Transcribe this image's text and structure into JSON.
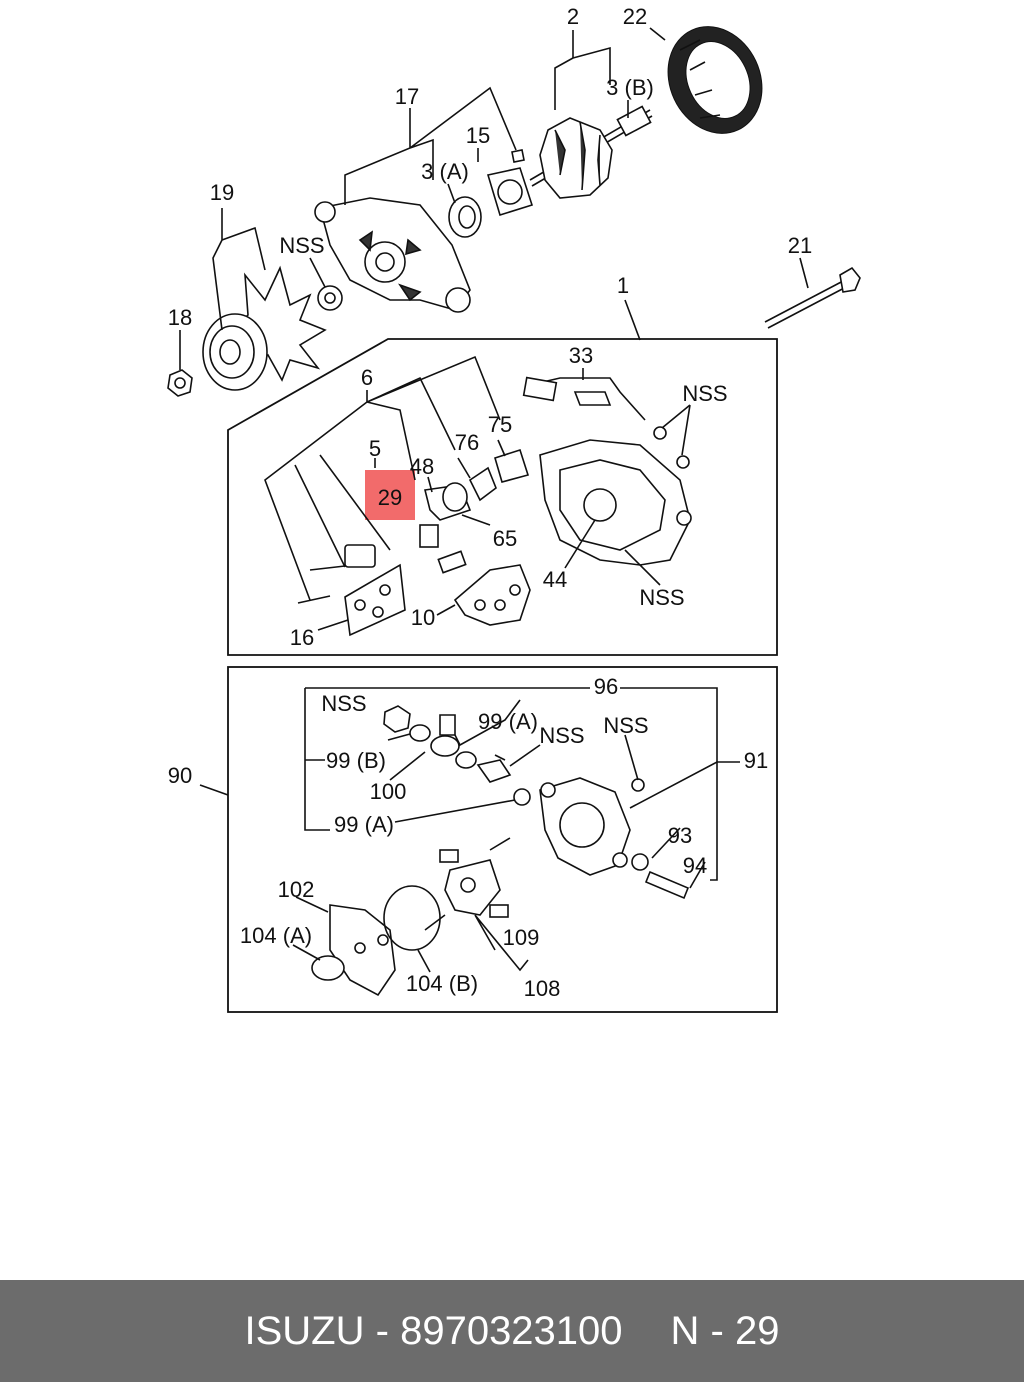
{
  "diagram": {
    "highlight": {
      "label": "29",
      "color": "#f26b6b"
    },
    "callouts": [
      {
        "id": "c-2",
        "text": "2"
      },
      {
        "id": "c-22",
        "text": "22"
      },
      {
        "id": "c-3b",
        "text": "3 (B)"
      },
      {
        "id": "c-17",
        "text": "17"
      },
      {
        "id": "c-15",
        "text": "15"
      },
      {
        "id": "c-3a",
        "text": "3 (A)"
      },
      {
        "id": "c-19",
        "text": "19"
      },
      {
        "id": "c-nss-top",
        "text": "NSS"
      },
      {
        "id": "c-21",
        "text": "21"
      },
      {
        "id": "c-18",
        "text": "18"
      },
      {
        "id": "c-1",
        "text": "1"
      },
      {
        "id": "c-33",
        "text": "33"
      },
      {
        "id": "c-6",
        "text": "6"
      },
      {
        "id": "c-nss-r1",
        "text": "NSS"
      },
      {
        "id": "c-75",
        "text": "75"
      },
      {
        "id": "c-5",
        "text": "5"
      },
      {
        "id": "c-76",
        "text": "76"
      },
      {
        "id": "c-48",
        "text": "48"
      },
      {
        "id": "c-65",
        "text": "65"
      },
      {
        "id": "c-44",
        "text": "44"
      },
      {
        "id": "c-nss-r2",
        "text": "NSS"
      },
      {
        "id": "c-10",
        "text": "10"
      },
      {
        "id": "c-16",
        "text": "16"
      },
      {
        "id": "c-96",
        "text": "96"
      },
      {
        "id": "c-nss-b1",
        "text": "NSS"
      },
      {
        "id": "c-99a-top",
        "text": "99 (A)"
      },
      {
        "id": "c-nss-b2",
        "text": "NSS"
      },
      {
        "id": "c-nss-b3",
        "text": "NSS"
      },
      {
        "id": "c-90",
        "text": "90"
      },
      {
        "id": "c-99b",
        "text": "99 (B)"
      },
      {
        "id": "c-91",
        "text": "91"
      },
      {
        "id": "c-100",
        "text": "100"
      },
      {
        "id": "c-99a-bot",
        "text": "99 (A)"
      },
      {
        "id": "c-93",
        "text": "93"
      },
      {
        "id": "c-94",
        "text": "94"
      },
      {
        "id": "c-102",
        "text": "102"
      },
      {
        "id": "c-104a",
        "text": "104 (A)"
      },
      {
        "id": "c-109",
        "text": "109"
      },
      {
        "id": "c-104b",
        "text": "104 (B)"
      },
      {
        "id": "c-108",
        "text": "108"
      }
    ]
  },
  "footer": {
    "brand": "ISUZU",
    "separator": "-",
    "part_number": "8970323100",
    "page_ref": "N - 29",
    "background": "#6c6c6c"
  }
}
